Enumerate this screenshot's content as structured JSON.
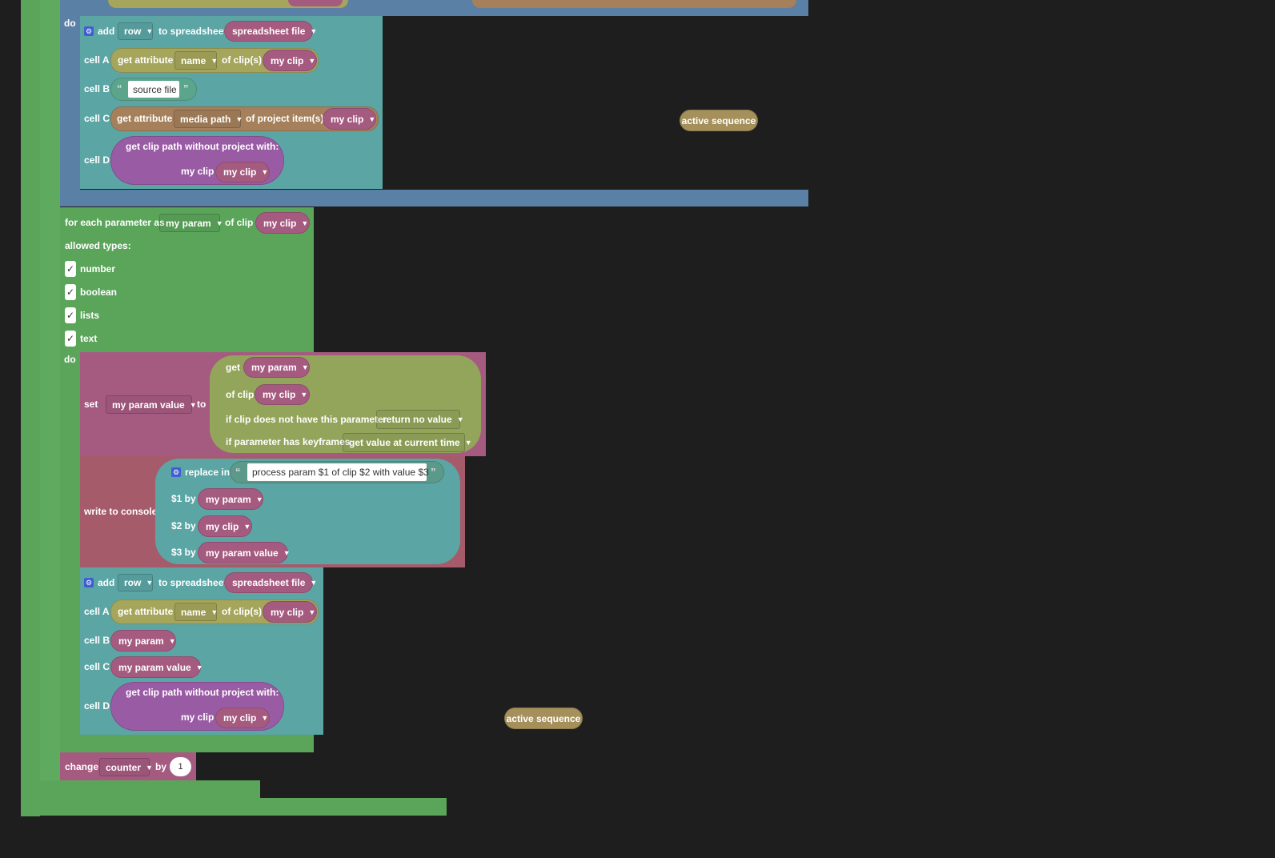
{
  "blocks": {
    "do": "do",
    "add1": {
      "add": "add",
      "row": "row",
      "to_spreadsheet": "to spreadsheet",
      "spreadsheet": "spreadsheet file",
      "cell_a": "cell A",
      "get_attribute": "get attribute",
      "name": "name",
      "of_clips": "of clip(s)",
      "my_clip": "my clip",
      "cell_b": "cell B",
      "source_file": "source file",
      "cell_c": "cell C",
      "get_attribute_c": "get attribute",
      "media_path": "media path",
      "of_project_items": "of project item(s)",
      "my_clip_c": "my clip",
      "cell_d": "cell D",
      "get_clip_path": "get clip path without project  with:",
      "my_clip_label": "my clip",
      "my_clip_d": "my clip"
    },
    "foreach": {
      "for_each": "for each parameter as",
      "my_param": "my param",
      "of_clip": "of clip",
      "my_clip": "my clip",
      "allowed_types": "allowed types:",
      "types": [
        {
          "label": "number",
          "checked": true
        },
        {
          "label": "boolean",
          "checked": true
        },
        {
          "label": "lists",
          "checked": true
        },
        {
          "label": "text",
          "checked": true
        }
      ],
      "check": "✓",
      "do": "do"
    },
    "set": {
      "set": "set",
      "var": "my param value",
      "to": "to",
      "get": "get",
      "my_param": "my param",
      "of_clip": "of clip",
      "my_clip": "my clip",
      "no_param": "if clip does not have this parameter",
      "no_param_opt": "return no value",
      "keyframes": "if parameter has keyframes",
      "keyframes_opt": "get value at current time"
    },
    "console": {
      "write": "write to console",
      "replace_in": "replace in",
      "template": "process param $1 of clip $2 with value $3",
      "r1": "$1 by",
      "v1": "my param",
      "r2": "$2 by",
      "v2": "my clip",
      "r3": "$3 by",
      "v3": "my param value"
    },
    "add2": {
      "add": "add",
      "row": "row",
      "to_spreadsheet": "to spreadsheet",
      "spreadsheet": "spreadsheet file",
      "cell_a": "cell A",
      "get_attribute": "get attribute",
      "name": "name",
      "of_clips": "of clip(s)",
      "my_clip": "my clip",
      "cell_b": "cell B",
      "my_param": "my param",
      "cell_c": "cell C",
      "my_param_value": "my param value",
      "cell_d": "cell D",
      "get_clip_path": "get clip path without project  with:",
      "my_clip_label": "my clip",
      "my_clip_d": "my clip"
    },
    "change": {
      "change": "change",
      "counter": "counter",
      "by": "by",
      "amount": "1"
    },
    "floating": [
      "active sequence",
      "active sequence"
    ]
  },
  "quotes": {
    "open": "“",
    "close": "”"
  },
  "dropdown_arrow": "▾",
  "icons": {
    "mutator": "gear-icon"
  }
}
